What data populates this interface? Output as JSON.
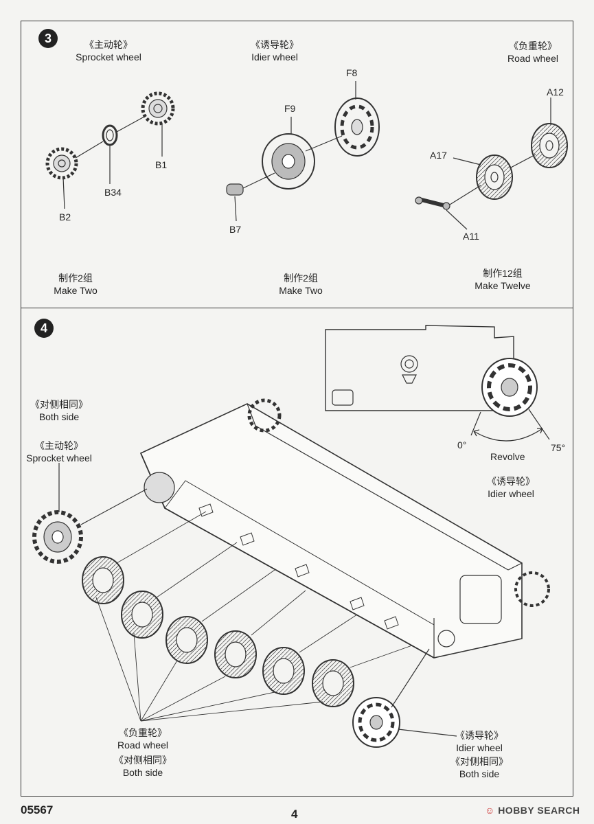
{
  "step3": {
    "number": "3",
    "sprocket": {
      "cn": "《主动轮》",
      "en": "Sprocket wheel"
    },
    "idler": {
      "cn": "《诱导轮》",
      "en": "Idier wheel"
    },
    "road": {
      "cn": "《负重轮》",
      "en": "Road wheel"
    },
    "parts": {
      "B1": "B1",
      "B2": "B2",
      "B34": "B34",
      "B7": "B7",
      "F8": "F8",
      "F9": "F9",
      "A11": "A11",
      "A12": "A12",
      "A17": "A17"
    },
    "qty_sprocket": {
      "cn": "制作2组",
      "en": "Make Two"
    },
    "qty_idler": {
      "cn": "制作2组",
      "en": "Make Two"
    },
    "qty_road": {
      "cn": "制作12组",
      "en": "Make Twelve"
    }
  },
  "step4": {
    "number": "4",
    "both_side_top": {
      "cn": "《对侧相同》",
      "en": "Both side"
    },
    "sprocket": {
      "cn": "《主动轮》",
      "en": "Sprocket wheel"
    },
    "revolve": "Revolve",
    "angle_min": "0°",
    "angle_max": "75°",
    "idler_top": {
      "cn": "《诱导轮》",
      "en": "Idier wheel"
    },
    "road": {
      "cn": "《负重轮》",
      "en": "Road wheel"
    },
    "road_both": {
      "cn": "《对侧相同》",
      "en": "Both side"
    },
    "idler_bottom": {
      "cn": "《诱导轮》",
      "en": "Idier wheel"
    },
    "idler_both": {
      "cn": "《对侧相同》",
      "en": "Both side"
    }
  },
  "footer": {
    "code": "05567",
    "page": "4",
    "brand_mark": "☺",
    "brand": "HOBBY SEARCH"
  }
}
